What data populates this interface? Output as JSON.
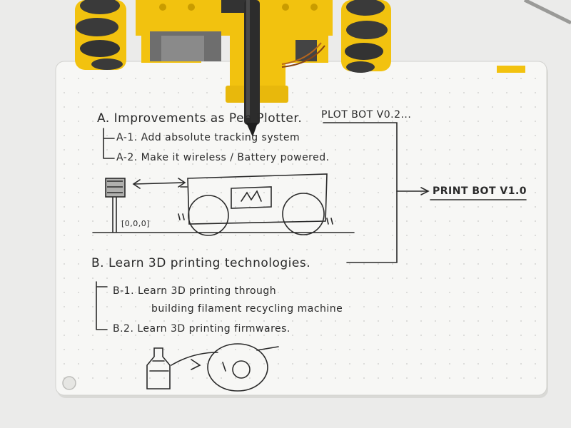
{
  "notes": {
    "section_a": "A. Improvements as Pen Plotter.",
    "item_a1": "A-1. Add absolute tracking system",
    "item_a2": "A-2. Make it wireless / Battery powered.",
    "origin_label": "[0,0,0]",
    "plot_bot": "PLOT BOT V0.2...",
    "print_bot": "PRINT BOT V1.0",
    "section_b": "B. Learn 3D printing technologies.",
    "item_b1_line1": "B-1. Learn 3D printing through",
    "item_b1_line2": "building filament recycling machine",
    "item_b2": "B.2. Learn 3D printing firmwares."
  },
  "colors": {
    "background": "#ebebea",
    "paper": "#f7f7f5",
    "robot_yellow": "#f2c20f",
    "wheel_dark": "#3a3a3a",
    "ink": "#2a2a2a"
  }
}
